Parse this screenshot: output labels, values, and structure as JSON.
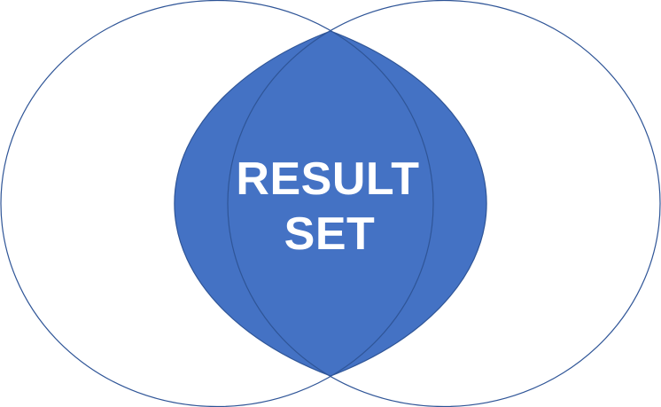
{
  "diagram": {
    "type": "venn-two-set-intersection",
    "sets": [
      "left-circle",
      "right-circle"
    ],
    "highlighted_region": "intersection",
    "intersection_label_line1": "RESULT",
    "intersection_label_line2": "SET"
  },
  "colors": {
    "fill": "#4472C4",
    "outline": "#2F5597",
    "label": "#FFFFFF",
    "background": "#FFFFFF"
  }
}
